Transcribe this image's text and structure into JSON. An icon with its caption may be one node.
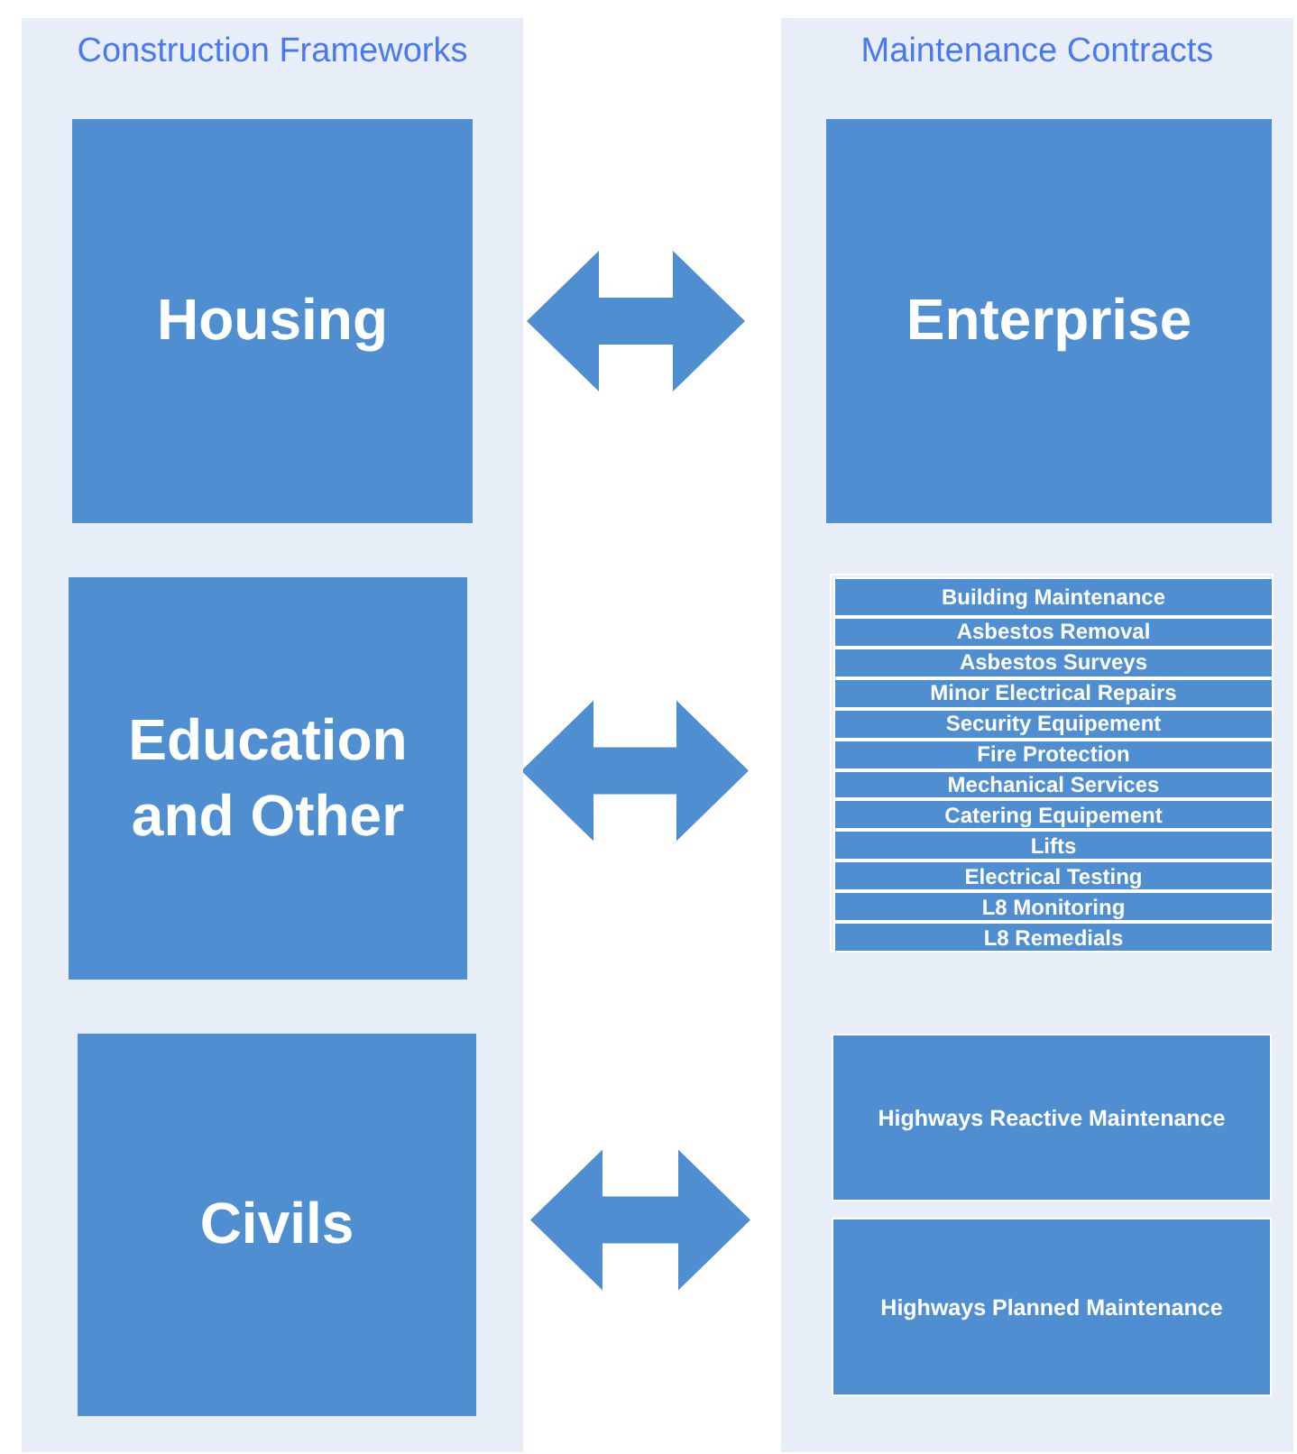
{
  "diagram": {
    "nodes": [
      {
        "text": [
          "Construction Frameworks"
        ]
      },
      {
        "text": [
          "Housing"
        ],
        "in": 0
      },
      {
        "text": [
          "Education and Other"
        ],
        "in": 0
      },
      {
        "text": [
          "Civils"
        ],
        "in": 0
      },
      {
        "text": [
          "Maintenance Contracts"
        ]
      },
      {
        "text": [
          "Enterprise"
        ],
        "in": 4
      },
      {
        "text": [],
        "shape": "box",
        "in": 4
      },
      {
        "text": [
          "Building Maintenance"
        ],
        "in": 6
      },
      {
        "text": [
          "Asbestos Removal"
        ],
        "in": 6
      },
      {
        "text": [
          "Asbestos Surveys"
        ],
        "in": 6
      },
      {
        "text": [
          "Minor Electrical Repairs"
        ],
        "in": 6
      },
      {
        "text": [
          "Security Equipement"
        ],
        "in": 6
      },
      {
        "text": [
          "Fire Protection"
        ],
        "in": 6
      },
      {
        "text": [
          "Mechanical Services"
        ],
        "in": 6
      },
      {
        "text": [
          "Catering Equipement"
        ],
        "in": 6
      },
      {
        "text": [
          "Lifts"
        ],
        "in": 6
      },
      {
        "text": [
          "Electrical Testing"
        ],
        "in": 6
      },
      {
        "text": [
          "L8 Monitoring"
        ],
        "in": 6
      },
      {
        "text": [
          "L8 Remedials"
        ],
        "in": 6
      },
      {
        "text": [
          "Highways Reactive Maintenance"
        ],
        "in": 4
      },
      {
        "text": [
          "Highways Planned Maintenance"
        ],
        "in": 4
      }
    ],
    "edges": [
      {
        "from": 1,
        "to": 5,
        "arrow": "both"
      },
      {
        "from": 2,
        "to": 6,
        "arrow": "both"
      },
      {
        "from": 3,
        "to": 19,
        "arrow": "both"
      },
      {
        "from": 3,
        "to": 20,
        "arrow": "both"
      }
    ]
  }
}
